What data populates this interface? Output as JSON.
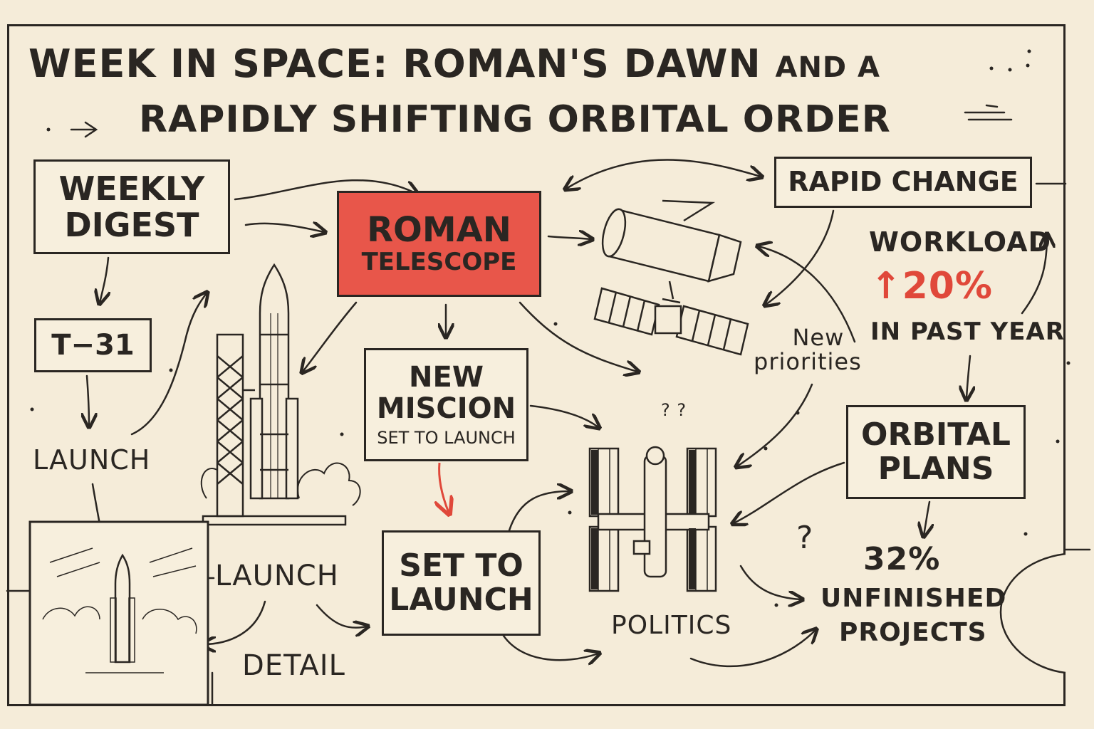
{
  "title": {
    "line1_main": "WEEK IN SPACE: ROMAN'S DAWN",
    "line1_small": "AND A",
    "line2": "RAPIDLY SHIFTING ORBITAL ORDER"
  },
  "nodes": {
    "weekly_digest": [
      "WEEKLY",
      "DIGEST"
    ],
    "countdown": "T−31",
    "launch_left": "LAUNCH",
    "roman": {
      "line1": "ROMAN",
      "line2": "TELESCOPE"
    },
    "new_mission": {
      "line1": "NEW",
      "line2": "MISCION",
      "line3": "SET TO LAUNCH"
    },
    "set_to_launch": [
      "SET TO",
      "LAUNCH"
    ],
    "launch_bottom": "LAUNCH",
    "detail": "DETAIL",
    "rapid_change": "RAPID CHANGE",
    "workload": {
      "label": "WORKLOAD",
      "value": "↑20%",
      "period": "IN PAST YEAR"
    },
    "new_priorities": [
      "New",
      "priorities"
    ],
    "orbital_plans": [
      "ORBITAL",
      "PLANS"
    ],
    "politics": "POLITICS",
    "unfinished": {
      "value": "32%",
      "line1": "UNFINISHED",
      "line2": "PROJECTS"
    },
    "question_mark": "?",
    "question_marks": "?  ?"
  },
  "colors": {
    "paper": "#f5ecd9",
    "ink": "#2a2622",
    "accent_red": "#e0483a"
  },
  "icons": [
    "rocket-icon",
    "launch-tower-icon",
    "telescope-satellite-icon",
    "space-station-icon",
    "planet-icon"
  ]
}
